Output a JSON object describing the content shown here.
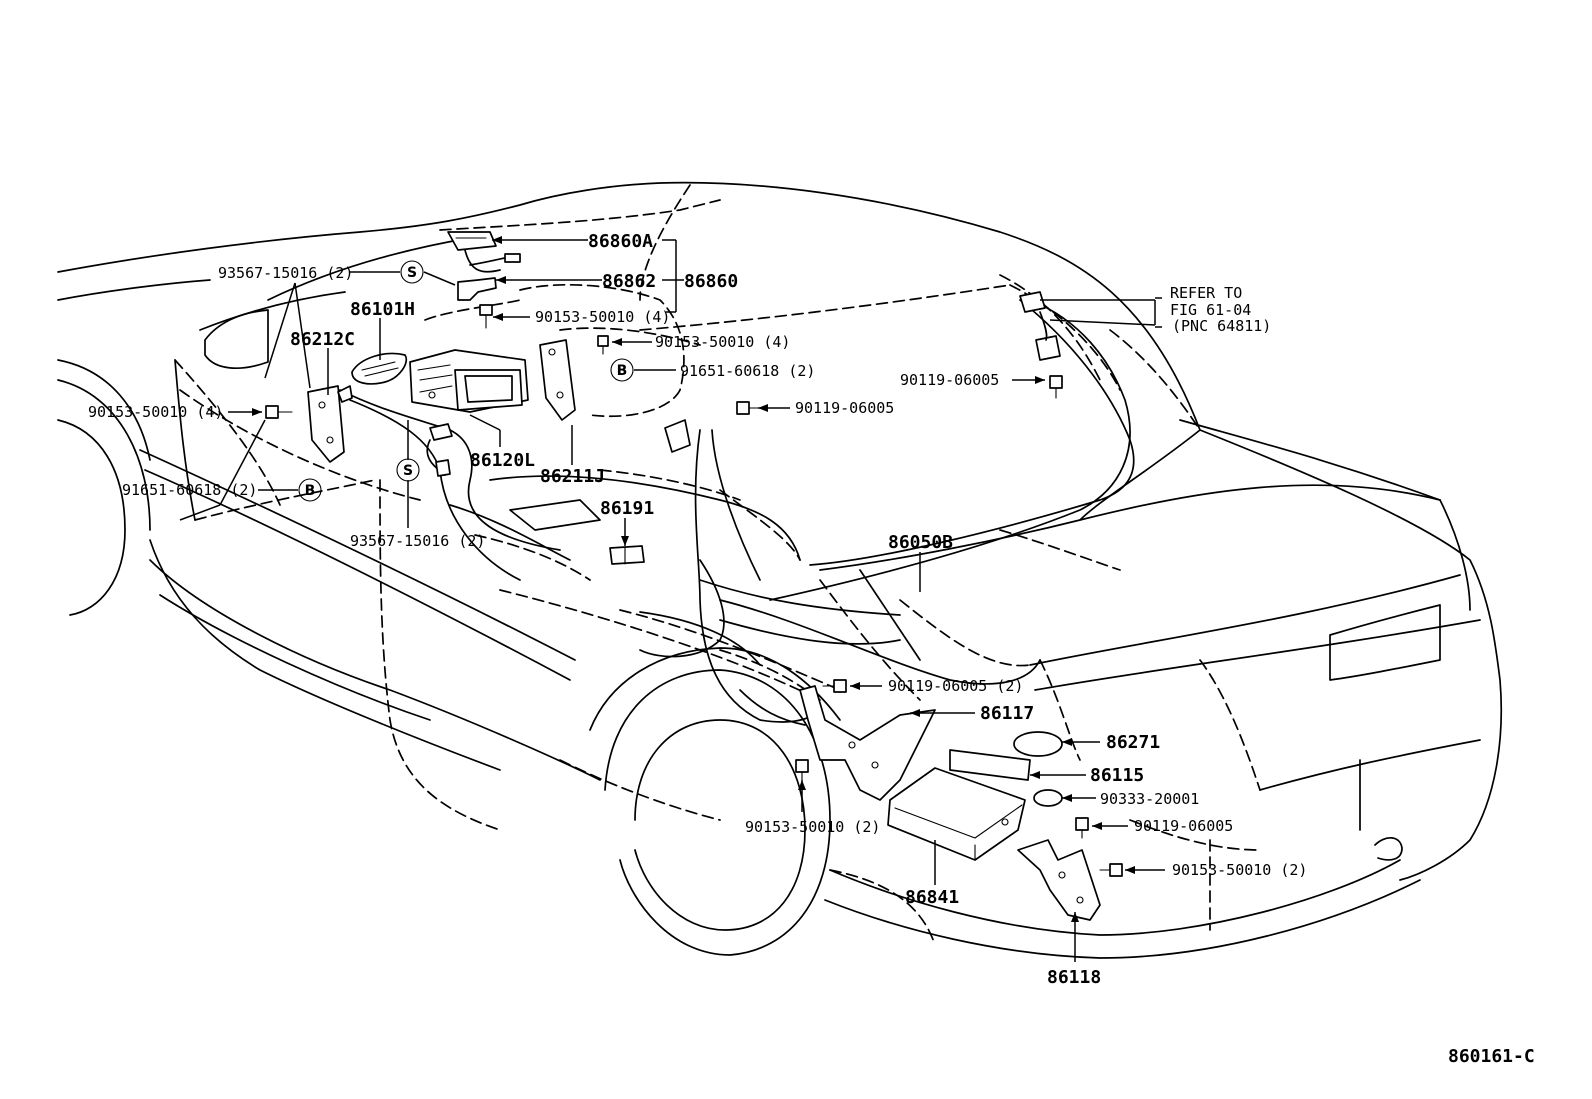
{
  "diagram": {
    "code": "860161-C",
    "symbols": {
      "S": "S",
      "B": "B"
    },
    "labels": {
      "p86860A": "86860A",
      "p86862": "86862",
      "p86860": "86860",
      "p93567_top": "93567-15016 (2)",
      "p86101H": "86101H",
      "p86212C": "86212C",
      "p90153_4_top": "90153-50010 (4)",
      "p90153_4_mid": "90153-50010 (4)",
      "p90153_4_left": "90153-50010 (4)",
      "p91651_right": "91651-60618 (2)",
      "p91651_left": "91651-60618 (2)",
      "p90119_a": "90119-06005",
      "p90119_b": "90119-06005",
      "p86120L": "86120L",
      "p86211J": "86211J",
      "p86191": "86191",
      "p93567_bottom": "93567-15016 (2)",
      "p86050B": "86050B",
      "refer_1": "REFER TO",
      "refer_2": "FIG 61-04",
      "refer_3": "(PNC 64811)",
      "p90119_2": "90119-06005 (2)",
      "p86117": "86117",
      "p86271": "86271",
      "p86115": "86115",
      "p90333": "90333-20001",
      "p90153_2_a": "90153-50010 (2)",
      "p90119_c": "90119-06005",
      "p90153_2_b": "90153-50010 (2)",
      "p86841": "86841",
      "p86118": "86118"
    }
  }
}
